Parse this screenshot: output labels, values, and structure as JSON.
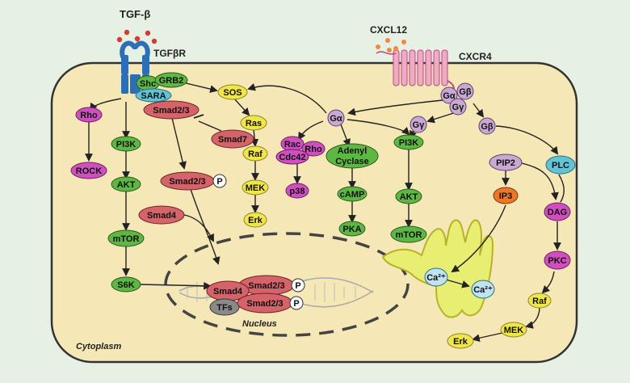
{
  "labels": {
    "tgfb": "TGF-β",
    "tgfbr": "TGFβR",
    "cxcl12": "CXCL12",
    "cxcr4": "CXCR4",
    "nucleus": "Nucleus",
    "cytoplasm": "Cytoplasm",
    "phospho": "P"
  },
  "nodes": {
    "shc": "Shc",
    "grb2": "GRB2",
    "sara": "SARA",
    "sos": "SOS",
    "rho_left": "Rho",
    "rock": "ROCK",
    "pi3k_left": "PI3K",
    "akt_left": "AKT",
    "mtor_left": "mTOR",
    "s6k": "S6K",
    "smad23_top": "Smad2/3",
    "smad7": "Smad7",
    "smad23_mid": "Smad2/3",
    "smad4_cyto": "Smad4",
    "ras": "Ras",
    "raf_mid": "Raf",
    "mek_mid": "MEK",
    "erk_mid": "Erk",
    "galpha_c": "Gα",
    "rac": "Rac",
    "rho_mid": "Rho",
    "cdc42": "Cdc42",
    "p38": "p38",
    "adenyl_cyclase": "Adenyl Cyclase",
    "camp": "cAMP",
    "pka": "PKA",
    "pi3k_right": "PI3K",
    "akt_right": "AKT",
    "mtor_right": "mTOR",
    "ga": "Gα",
    "gb": "Gβ",
    "gy": "Gγ",
    "gy2": "Gγ",
    "gb2": "Gβ",
    "pip2": "PIP2",
    "plc": "PLC",
    "ip3": "IP3",
    "dag": "DAG",
    "pkc": "PKC",
    "raf_right": "Raf",
    "mek_right": "MEK",
    "erk_right": "Erk",
    "ca_er": "Ca²⁺",
    "ca_cyto": "Ca²⁺",
    "smad4_nuc": "Smad4",
    "smad23_nuc1": "Smad2/3",
    "smad23_nuc2": "Smad2/3",
    "tfs": "TFs"
  },
  "colors": {
    "background": "#e6f1e4",
    "cell_fill": "#f6e8b6",
    "cell_stroke": "#333333",
    "green": "#5cb843",
    "red": "#d4636a",
    "magenta": "#cf4fbf",
    "yellow": "#f0e64a",
    "lavender": "#c9a9d4",
    "cyan": "#62c3d5",
    "gray": "#8a8a8a",
    "orange": "#ee7727",
    "receptor_blue": "#2c6fb7",
    "cxcr4_pink": "#f2a9c6",
    "er_fill": "#e8ee72",
    "ca_fill": "#bfe3f0"
  }
}
